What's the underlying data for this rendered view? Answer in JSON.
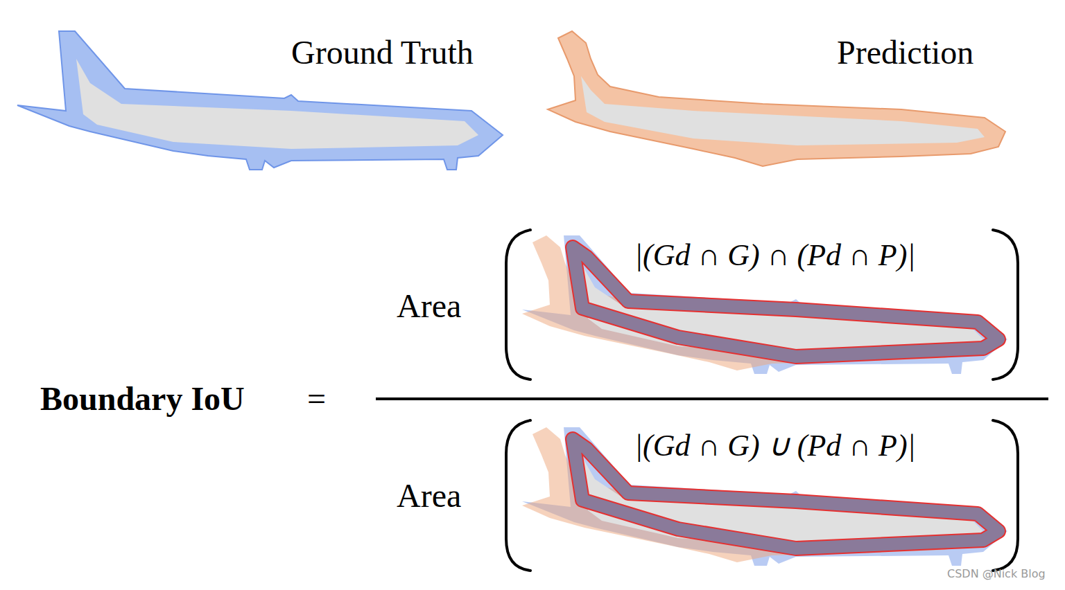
{
  "diagram": {
    "labels": [
      "Ground Truth",
      "Prediction",
      "Area",
      "|(Gd ∩ G) ∩ (Pd ∩ P)|",
      "Boundary IoU",
      "=",
      "Area",
      "|(Gd ∩ G) ∪ (Pd ∩ P)|",
      "CSDN @Nick Blog"
    ]
  }
}
